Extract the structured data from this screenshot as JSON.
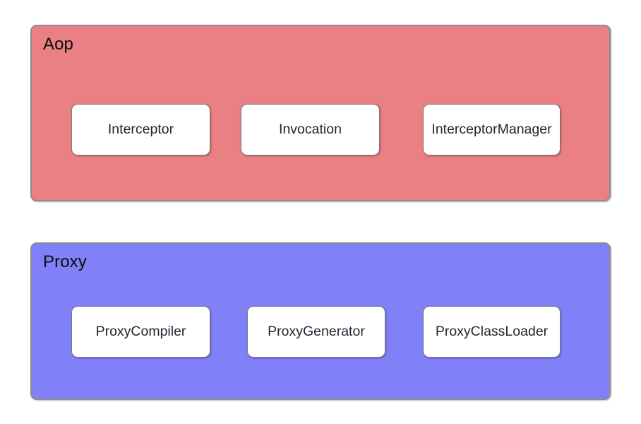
{
  "diagram": {
    "type": "nested-box-diagram",
    "background_color": "#ffffff",
    "groups": [
      {
        "id": "aop",
        "title": "Aop",
        "fill_color": "#EA7F84",
        "border_color": "#8c8c8c",
        "nodes": [
          {
            "id": "interceptor",
            "label": "Interceptor"
          },
          {
            "id": "invocation",
            "label": "Invocation"
          },
          {
            "id": "interceptormanager",
            "label": "InterceptorManager"
          }
        ]
      },
      {
        "id": "proxy",
        "title": "Proxy",
        "fill_color": "#8080F8",
        "border_color": "#8c8c8c",
        "nodes": [
          {
            "id": "proxycompiler",
            "label": "ProxyCompiler"
          },
          {
            "id": "proxygenerator",
            "label": "ProxyGenerator"
          },
          {
            "id": "proxyclassloader",
            "label": "ProxyClassLoader"
          }
        ]
      }
    ]
  }
}
